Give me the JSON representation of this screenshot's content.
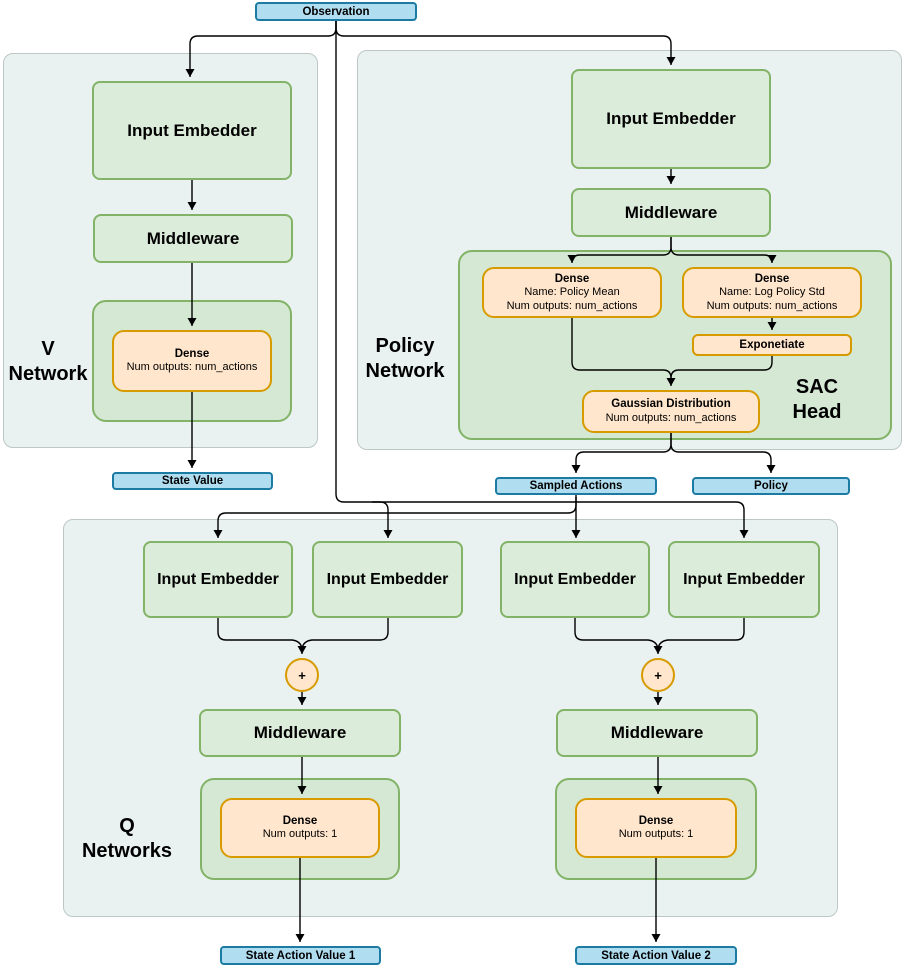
{
  "observation_label": "Observation",
  "v_network": {
    "title": "V Network",
    "input_embedder": "Input Embedder",
    "middleware": "Middleware",
    "dense_title": "Dense",
    "dense_outputs": "Num outputs: num_actions",
    "output_label": "State Value"
  },
  "policy_network": {
    "title": "Policy Network",
    "input_embedder": "Input Embedder",
    "middleware": "Middleware",
    "sac_head": {
      "title": "SAC Head",
      "dense_mean_title": "Dense",
      "dense_mean_name": "Name: Policy Mean",
      "dense_mean_outputs": "Num outputs: num_actions",
      "dense_std_title": "Dense",
      "dense_std_name": "Name: Log Policy Std",
      "dense_std_outputs": "Num outputs: num_actions",
      "exponentiate_label": "Exponetiate",
      "gaussian_title": "Gaussian Distribution",
      "gaussian_outputs": "Num outputs: num_actions"
    },
    "sampled_actions_label": "Sampled Actions",
    "policy_label": "Policy"
  },
  "q_networks": {
    "title": "Q Networks",
    "input_embedders": [
      "Input Embedder",
      "Input Embedder",
      "Input Embedder",
      "Input Embedder"
    ],
    "plus_label": "+",
    "middleware_1": "Middleware",
    "middleware_2": "Middleware",
    "dense_title": "Dense",
    "dense_outputs": "Num outputs: 1",
    "output_1": "State Action Value 1",
    "output_2": "State Action Value 2"
  },
  "colors": {
    "blue_fill": "#b1ddf0",
    "blue_stroke": "#1b7ba3",
    "green_fill": "#dcecda",
    "green_stroke": "#82b366",
    "green_container_fill": "#d5e8d4",
    "orange_fill": "#ffe6cc",
    "orange_stroke": "#d79b00",
    "group_fill": "#e9f2f0",
    "group_stroke": "#bcc8c6",
    "arrow": "#000000"
  }
}
